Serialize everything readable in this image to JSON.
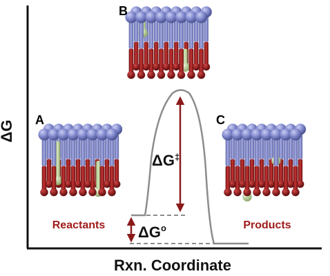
{
  "axes": {
    "y_label": "ΔG",
    "x_label": "Rxn. Coordinate"
  },
  "panels": {
    "a": {
      "letter": "A"
    },
    "b": {
      "letter": "B"
    },
    "c": {
      "letter": "C"
    }
  },
  "states": {
    "reactants": "Reactants",
    "products": "Products"
  },
  "energies": {
    "activation": {
      "symbol": "ΔG",
      "superscript": "‡"
    },
    "standard": {
      "symbol": "ΔG",
      "superscript": "o"
    }
  },
  "colors": {
    "headgroup": "#8088cc",
    "upper_tail": "#7a82c4",
    "lower_tail": "#a01d1d",
    "tail_tip": "#7c1111",
    "probe": "#b9d394",
    "curve": "#8c8c8c",
    "arrow": "#8b1a1a",
    "state_label": "#a01a1a"
  }
}
